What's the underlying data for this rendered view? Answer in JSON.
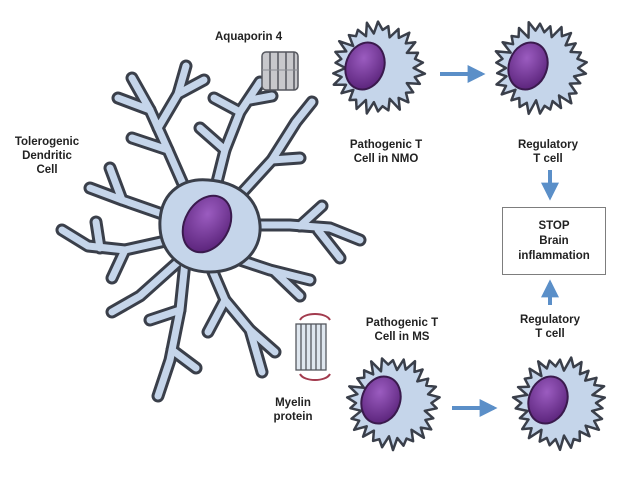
{
  "labels": {
    "aquaporin": "Aquaporin 4",
    "tolerogenic": [
      "Tolerogenic",
      "Dendritic",
      "Cell"
    ],
    "pathogenic_nmo": [
      "Pathogenic T",
      "Cell in NMO"
    ],
    "regulatory_top": [
      "Regulatory",
      "T cell"
    ],
    "stop": [
      "STOP",
      "Brain",
      "inflammation"
    ],
    "regulatory_bottom": [
      "Regulatory",
      "T cell"
    ],
    "pathogenic_ms": [
      "Pathogenic T",
      "Cell in MS"
    ],
    "myelin": [
      "Myelin",
      "protein"
    ]
  },
  "colors": {
    "cell_fill": "#c5d5ea",
    "cell_fill_light": "#dbe6f3",
    "outline": "#3a3f4a",
    "nucleus": "#6a2f8c",
    "arrow": "#5b8fc8",
    "box_border": "#7d7d7d"
  }
}
